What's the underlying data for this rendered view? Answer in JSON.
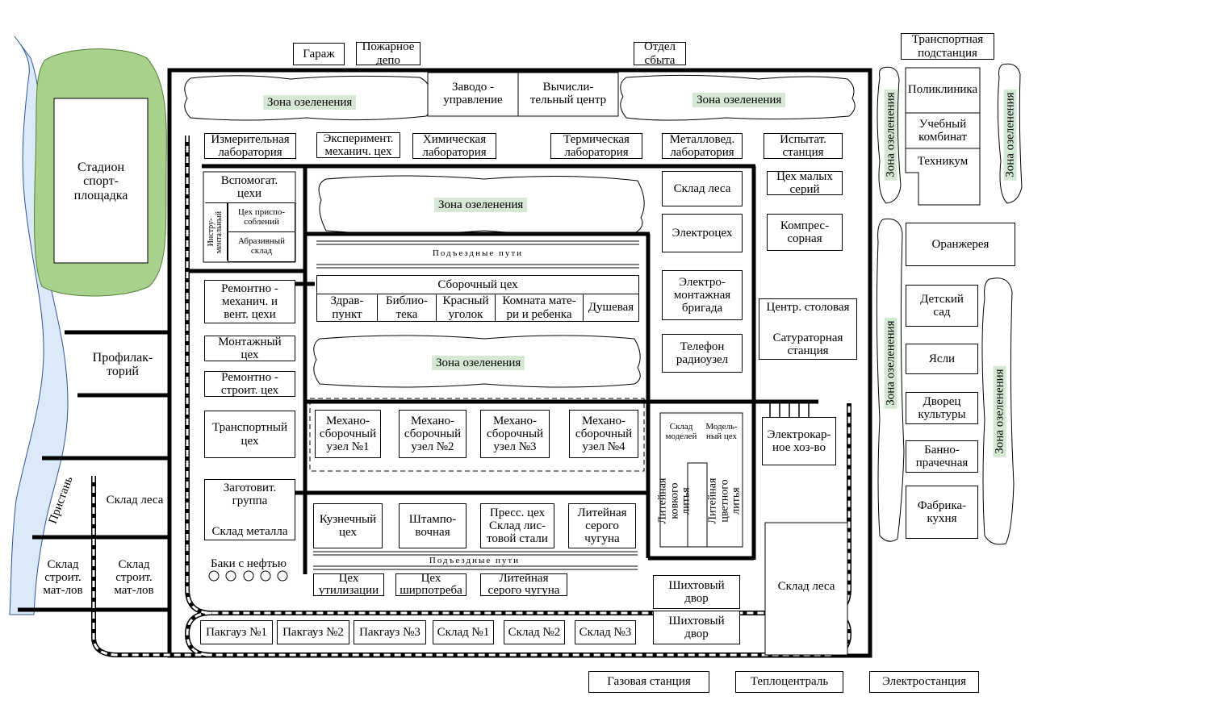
{
  "colors": {
    "river": "#dbe9f9",
    "green": "#a9d18e",
    "green_label": "#d5e8d4",
    "line": "#000000"
  },
  "top": {
    "garage": "Гараж",
    "fire_depot": "Пожарное\nдепо",
    "sales_dept": "Отдел\nсбыта",
    "transformer": "Транспортная\nподстанция"
  },
  "stadium": "Стадион\nспорт-\nплощадка",
  "admin": {
    "plant_management": "Заводо -\nуправление",
    "computing_center": "Вычисли-\nтельный центр"
  },
  "green_zone": "Зона озеленения",
  "labs": {
    "measuring": "Измерительная\nлаборатория",
    "exp_mech": "Эксперимент.\nмеханич. цех",
    "chemical": "Химическая\nлаборатория",
    "thermal": "Термическая\nлаборатория",
    "metallography": "Металловед.\nлаборатория",
    "test_station": "Испытат.\nстанция"
  },
  "left_column": {
    "auxiliary": "Вспомогат.\nцехи",
    "tool_shop": "Инстру-\nментальный",
    "fixture_shop": "Цех приспо-\nсоблений",
    "abrasive_store": "Абразивный\nсклад",
    "repair_mech": "Ремонтно -\nмеханич. и\nвент. цехи",
    "assembly": "Монтажный\nцех",
    "repair_build": "Ремонтно -\nстроит. цех",
    "transport": "Транспортный\nцех",
    "procurement": "Заготовит.\nгруппа",
    "metal_store": "Склад металла",
    "oil_tanks": "Баки с нефтью"
  },
  "outside_left": {
    "prophylactorium": "Профилак-\nторий",
    "pier": "Пристань",
    "timber_store": "Склад леса",
    "building_store_1": "Склад\nстроит.\nмат-лов",
    "building_store_2": "Склад\nстроит.\nмат-лов"
  },
  "central": {
    "access_roads": "Подъездные пути",
    "assembly_shop": "Сборочный цех",
    "health_post": "Здрав-\nпункт",
    "library": "Библио-\nтека",
    "red_corner": "Красный\nуголок",
    "mother_child": "Комната мате-\nри и ребенка",
    "shower": "Душевая",
    "mech_units": [
      "Механо-\nсборочный\nузел №1",
      "Механо-\nсборочный\nузел №2",
      "Механо-\nсборочный\nузел №3",
      "Механо-\nсборочный\nузел №4"
    ],
    "forge": "Кузнечный\nцех",
    "stamping": "Штампо-\nвочная",
    "press_shop": "Пресс. цех\nСклад лис-\nтовой стали",
    "gray_iron_foundry": "Литейная\nсерого\nчугуна",
    "access_roads_2": "Подъездные пути",
    "utilization": "Цех\nутилизации",
    "consumer_goods": "Цех\nширпотреба",
    "gray_iron_foundry_2": "Литейная\nсерого чугуна"
  },
  "right_inner": {
    "timber_store": "Склад леса",
    "electro_shop": "Электроцех",
    "electro_install": "Электро-\nмонтажная\nбригада",
    "telephone": "Телефон\nрадиоузел",
    "model_store": "Склад\nмоделей",
    "model_shop": "Модель-\nный цех",
    "malleable_foundry": "Литейная\nковкого литья",
    "nonferrous_foundry": "Литейная\nцветного литья",
    "small_series": "Цех малых\nсерий",
    "compressor": "Компрес-\nсорная",
    "canteen": "Центр. столовая",
    "soda_station": "Сатураторная\nстанция",
    "electrocar": "Электрокар-\nное хоз-во",
    "charge_yard_1": "Шихтовый\nдвор",
    "charge_yard_2": "Шихтовый\nдвор",
    "timber_store_2": "Склад леса"
  },
  "storage_row": [
    "Пакгауз №1",
    "Пакгауз №2",
    "Пакгауз №3",
    "Склад №1",
    "Склад №2",
    "Склад №3"
  ],
  "bottom": {
    "gas_station": "Газовая станция",
    "heat_plant": "Теплоцентраль",
    "power_plant": "Электростанция"
  },
  "social": {
    "polyclinic": "Поликлиника",
    "training_center": "Учебный\nкомбинат",
    "technical_school": "Техникум",
    "greenhouse": "Оранжерея",
    "kindergarten": "Детский\nсад",
    "nursery": "Ясли",
    "culture_palace": "Дворец\nкультуры",
    "laundry": "Банно-\nпрачечная",
    "kitchen_factory": "Фабрика-\nкухня"
  }
}
